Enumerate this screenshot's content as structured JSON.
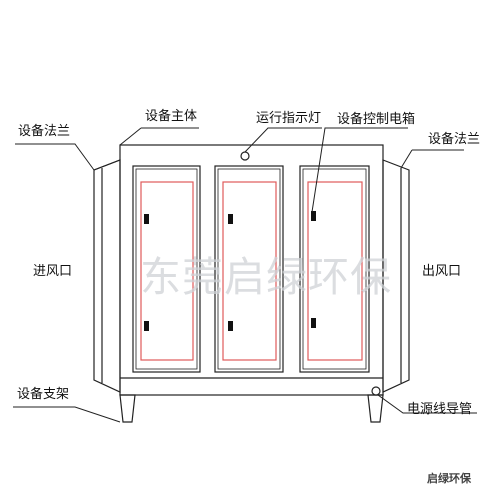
{
  "labels": {
    "flange_left": "设备法兰",
    "main_body": "设备主体",
    "indicator_light": "运行指示灯",
    "control_box": "设备控制电箱",
    "flange_right": "设备法兰",
    "inlet": "进风口",
    "outlet": "出风口",
    "support": "设备支架",
    "cable_conduit": "电源线导管"
  },
  "watermark": "东莞启绿环保",
  "corner_mark": "启绿环保",
  "colors": {
    "line": "#222222",
    "inner_frame": "#e05a5a",
    "watermark": "#cfd2d6"
  }
}
